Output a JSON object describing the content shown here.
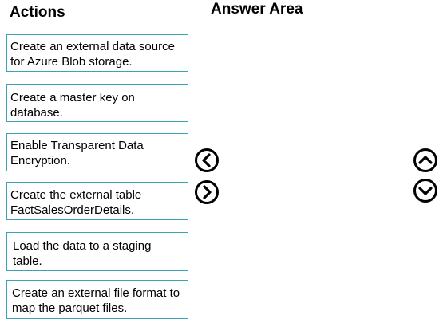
{
  "actions_panel": {
    "title": "Actions",
    "items": [
      {
        "lines": [
          "Create an external data source",
          "for Azure Blob storage."
        ]
      },
      {
        "lines": [
          "Create a master key on",
          "database."
        ]
      },
      {
        "lines": [
          "Enable Transparent Data",
          "Encryption."
        ]
      },
      {
        "lines": [
          "Create the external table",
          "FactSalesOrderDetails."
        ]
      },
      {
        "lines": [
          "Load the data to a staging",
          "table."
        ]
      },
      {
        "lines": [
          "Create an external file format to",
          "map the parquet files."
        ]
      }
    ]
  },
  "answer_panel": {
    "title": "Answer Area"
  },
  "controls": {
    "move_left_icon": "chevron-left-circle-icon",
    "move_right_icon": "chevron-right-circle-icon",
    "move_up_icon": "chevron-up-circle-icon",
    "move_down_icon": "chevron-down-circle-icon"
  },
  "colors": {
    "box_border": "#3aa3b5",
    "text": "#000000",
    "background": "#ffffff"
  }
}
